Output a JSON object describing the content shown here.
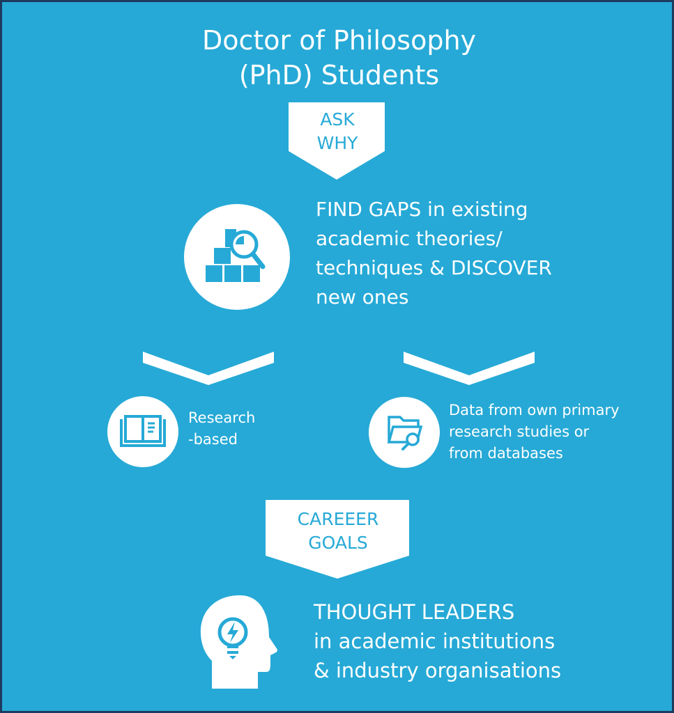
{
  "title": {
    "line1": "Doctor of Philosophy",
    "line2": "(PhD) Students"
  },
  "arrow1": {
    "line1": "ASK",
    "line2": "WHY"
  },
  "find_gaps": {
    "line1_bold": "FIND GAPS",
    "line1_rest": " in existing",
    "line2": "academic theories/",
    "line3_rest": "techniques & ",
    "line3_bold": "DISCOVER",
    "line4": "new ones"
  },
  "research": {
    "line1": "Research",
    "line2": "-based"
  },
  "data_source": {
    "line1": "Data from own primary",
    "line2": "research studies or",
    "line3": "from databases"
  },
  "arrow2": {
    "line1": "CAREEER",
    "line2": "GOALS"
  },
  "thought": {
    "line1": "THOUGHT LEADERS",
    "line2": "in academic institutions",
    "line3": "& industry organisations"
  },
  "colors": {
    "background": "#26a9d6",
    "border": "#1f3a5f",
    "foreground": "#ffffff"
  }
}
